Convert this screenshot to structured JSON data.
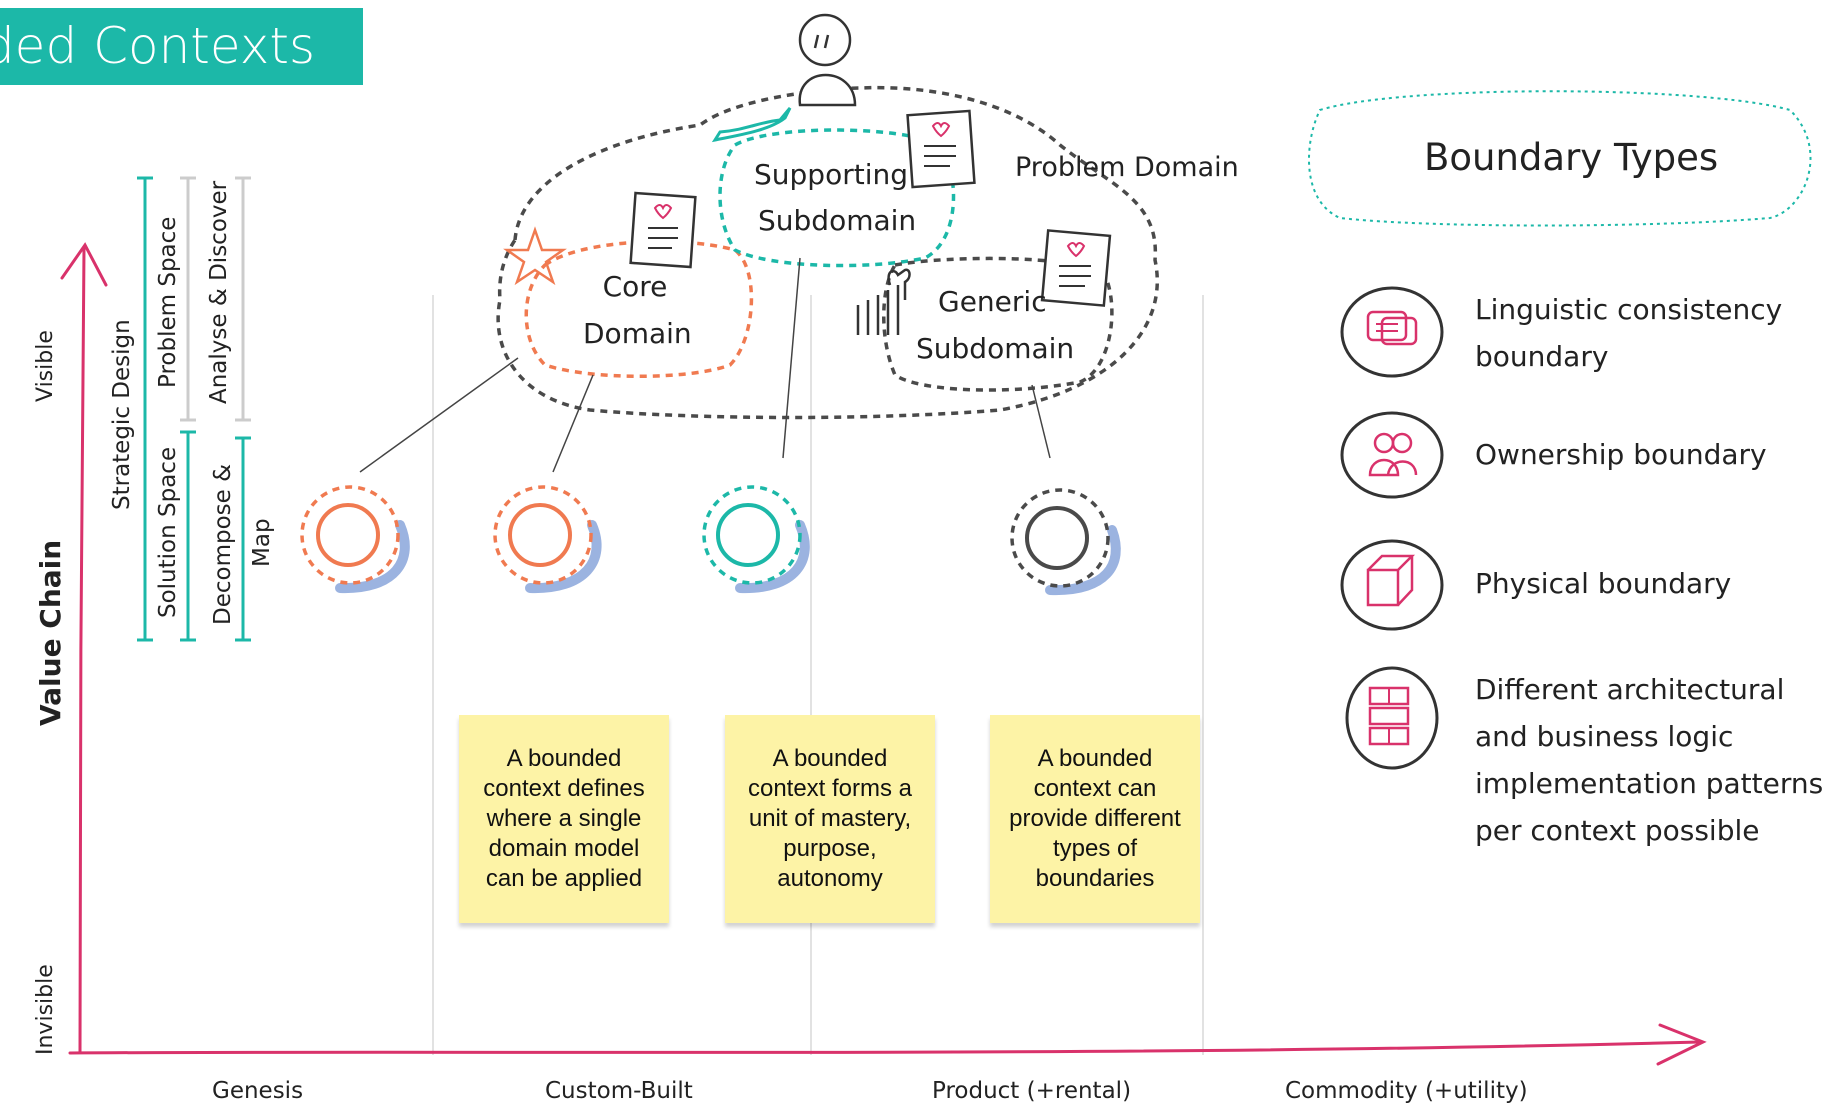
{
  "title": "nded Contexts",
  "axes": {
    "y_title": "Value Chain",
    "y_top": "Visible",
    "y_bottom": "Invisible",
    "x_stages": [
      "Genesis",
      "Custom-Built",
      "Product (+rental)",
      "Commodity (+utility)"
    ]
  },
  "phases": {
    "strategic_design": "Strategic Design",
    "problem_space": "Problem Space",
    "solution_space": "Solution Space",
    "analyse_discover": "Analyse & Discover",
    "decompose_line1": "Decompose &",
    "decompose_line2": "Map"
  },
  "domains": {
    "problem_domain": "Problem Domain",
    "core_line1": "Core",
    "core_line2": "Domain",
    "supporting_line1": "Supporting",
    "supporting_line2": "Subdomain",
    "generic_line1": "Generic",
    "generic_line2": "Subdomain"
  },
  "stickies": [
    "A bounded context defines where a single domain model can be applied",
    "A bounded context forms a unit of mastery, purpose, autonomy",
    "A bounded context can provide different types of boundaries"
  ],
  "legend": {
    "title": "Boundary Types",
    "items": [
      {
        "icon": "speech-bubbles-icon",
        "text": "Linguistic consistency\nboundary"
      },
      {
        "icon": "people-icon",
        "text": "Ownership boundary"
      },
      {
        "icon": "cube-icon",
        "text": "Physical boundary"
      },
      {
        "icon": "layers-icon",
        "text": "Different architectural\nand business logic\nimplementation patterns\nper context possible"
      }
    ]
  },
  "colors": {
    "teal": "#1cb8a8",
    "orange": "#f07a50",
    "dark": "#4a4a4a",
    "magenta": "#d9326b",
    "sticky": "#fdf3a6",
    "shadow": "#9bb3e0"
  }
}
